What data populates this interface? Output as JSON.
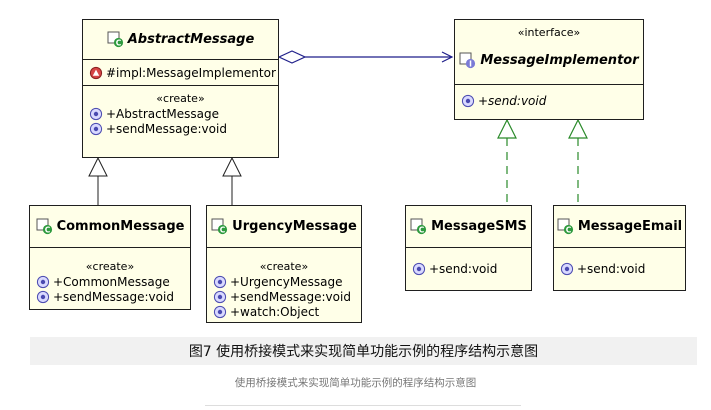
{
  "abstract_message": {
    "name": "AbstractMessage",
    "field": "#impl:MessageImplementor",
    "stereotype": "«create»",
    "methods": [
      "+AbstractMessage",
      "+sendMessage:void"
    ]
  },
  "message_implementor": {
    "stereotype": "«interface»",
    "name": "MessageImplementor",
    "method": "+send:void"
  },
  "common_message": {
    "name": "CommonMessage",
    "stereotype": "«create»",
    "methods": [
      "+CommonMessage",
      "+sendMessage:void"
    ]
  },
  "urgency_message": {
    "name": "UrgencyMessage",
    "stereotype": "«create»",
    "methods": [
      "+UrgencyMessage",
      "+sendMessage:void",
      "+watch:Object"
    ]
  },
  "message_sms": {
    "name": "MessageSMS",
    "method": "+send:void"
  },
  "message_email": {
    "name": "MessageEmail",
    "method": "+send:void"
  },
  "caption": "图7  使用桥接模式来实现简单功能示例的程序结构示意图",
  "subcaption": "使用桥接模式来实现简单功能示例的程序结构示意图",
  "colors": {
    "class_fill": "#ffffe8",
    "method_icon": "#7b7bd6",
    "field_icon": "#d64545",
    "class_icon": "#2e9a3e",
    "interface_icon": "#7b7bd6",
    "relation": "#1f1f8a",
    "realization": "#2a8a2a"
  }
}
